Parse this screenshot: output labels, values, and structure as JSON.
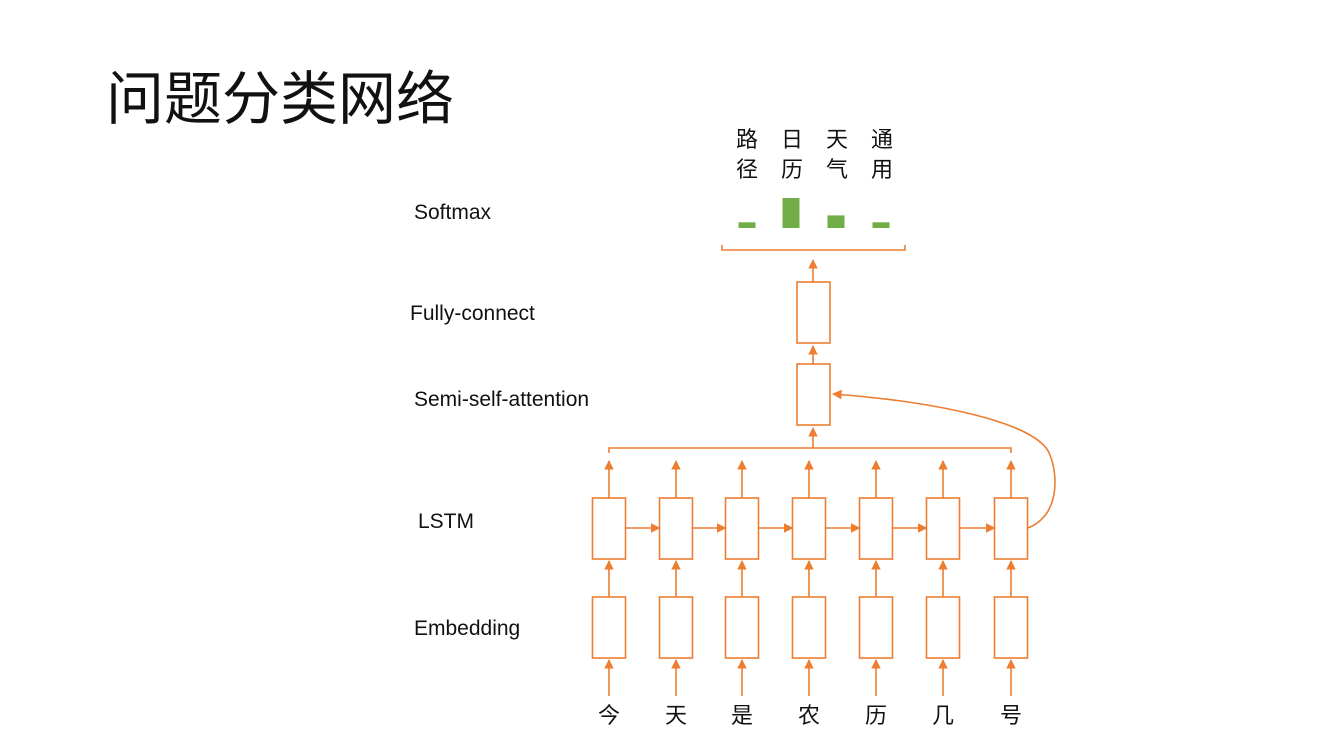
{
  "title": "问题分类网络",
  "layers": {
    "softmax": "Softmax",
    "fully_connect": "Fully-connect",
    "attention": "Semi-self-attention",
    "lstm": "LSTM",
    "embedding": "Embedding"
  },
  "classes": [
    {
      "line1": "路",
      "line2": "径",
      "prob": 0.19
    },
    {
      "line1": "日",
      "line2": "历",
      "prob": 1.0
    },
    {
      "line1": "天",
      "line2": "气",
      "prob": 0.42
    },
    {
      "line1": "通",
      "line2": "用",
      "prob": 0.19
    }
  ],
  "tokens": [
    "今",
    "天",
    "是",
    "农",
    "历",
    "几",
    "号"
  ],
  "colors": {
    "accent": "#ED7D31",
    "bar": "#70AD47",
    "text": "#111111"
  }
}
